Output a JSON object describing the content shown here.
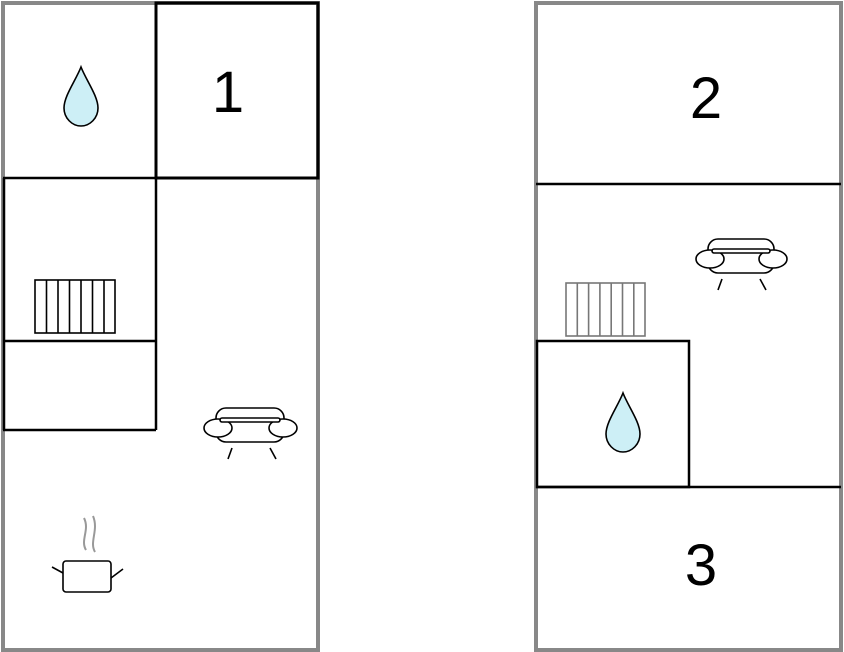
{
  "rooms": {
    "room_1": "1",
    "room_2": "2",
    "room_3": "3"
  },
  "colors": {
    "outer_wall": "#888888",
    "inner_wall": "#000000",
    "water_fill": "#cdeff6",
    "steam": "#999999"
  },
  "icons": {
    "left_plan": [
      "water-drop-icon",
      "radiator-icon",
      "sofa-icon",
      "cooking-pot-icon"
    ],
    "right_plan": [
      "sofa-icon",
      "radiator-icon",
      "water-drop-icon"
    ]
  }
}
